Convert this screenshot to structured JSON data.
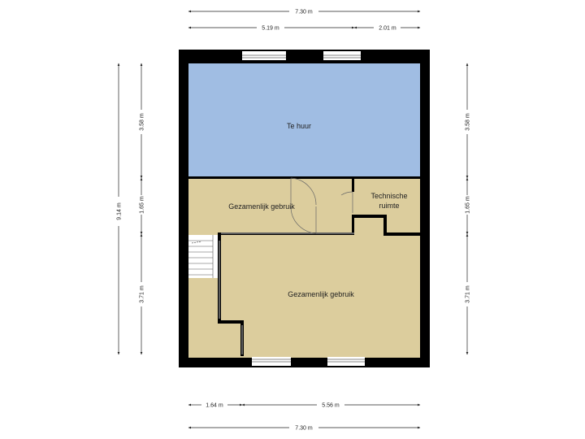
{
  "rooms": {
    "te_huur": "Te huur",
    "gezamenlijk_upper": "Gezamenlijk gebruik",
    "technische_line1": "Technische",
    "technische_line2": "ruimte",
    "gezamenlijk_lower": "Gezamenlijk gebruik"
  },
  "dimensions": {
    "top_total": "7.30 m",
    "top_left": "5.19 m",
    "top_right": "2.01 m",
    "left_total": "9.14 m",
    "left_upper": "3.58 m",
    "left_middle": "1.65 m",
    "left_lower": "3.71 m",
    "right_upper": "3.58 m",
    "right_middle": "1.65 m",
    "right_lower": "3.71 m",
    "bottom_left": "1.64 m",
    "bottom_right": "5.56 m",
    "bottom_total": "7.30 m"
  },
  "colors": {
    "rented": "#a0bde3",
    "shared": "#dccd9d",
    "wall": "#000000",
    "dim_line": "#222222"
  }
}
